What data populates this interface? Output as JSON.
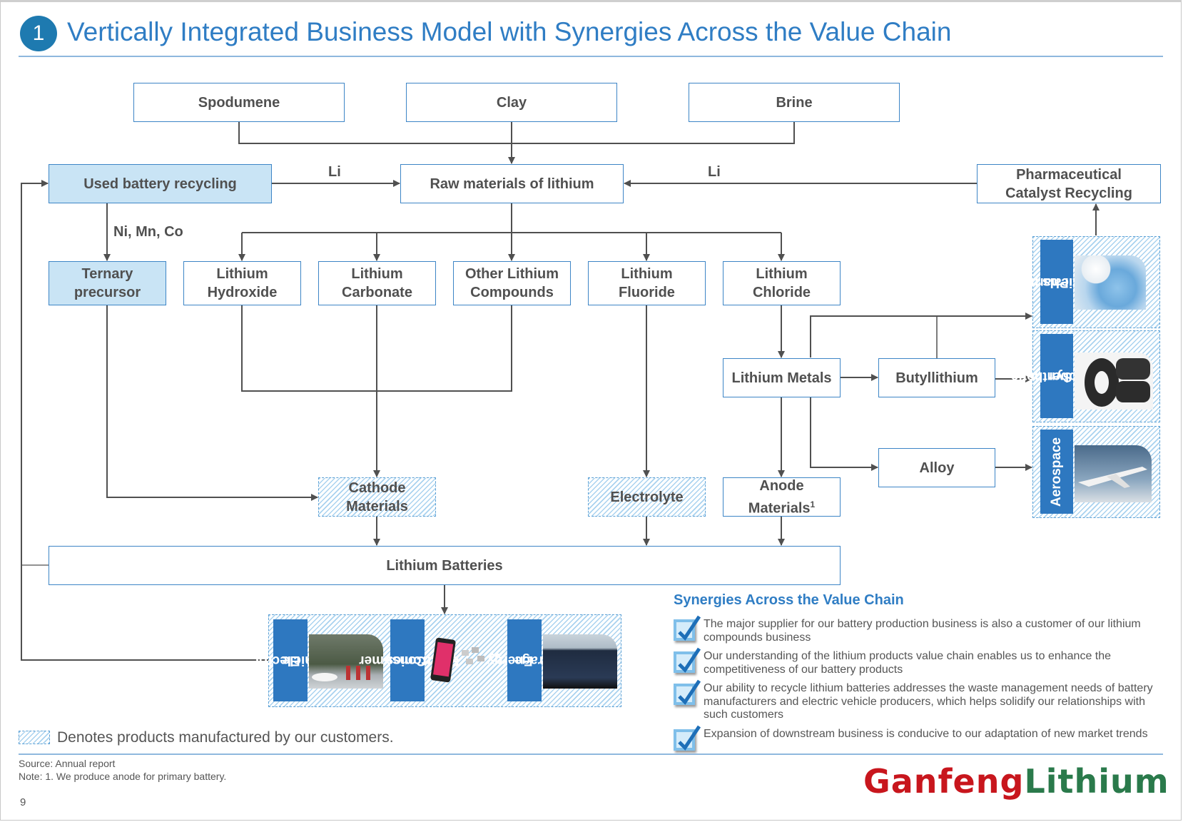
{
  "header": {
    "badge_number": "1",
    "title": "Vertically Integrated Business Model with Synergies Across the Value Chain"
  },
  "colors": {
    "title_blue": "#2f7dc4",
    "box_border": "#3d85c6",
    "recycling_fill": "#c9e4f5",
    "tab_blue": "#2e78c0",
    "connector": "#505050",
    "logo_red": "#c8161d",
    "logo_green": "#2a7a4b"
  },
  "diagram": {
    "sources": [
      "Spodumene",
      "Clay",
      "Brine"
    ],
    "used_battery_recycling": "Used battery recycling",
    "raw_materials": "Raw materials of lithium",
    "pharma_catalyst_recycling": [
      "Pharmaceutical",
      "Catalyst Recycling"
    ],
    "li_label_left": "Li",
    "li_label_right": "Li",
    "ni_mn_co_label": "Ni, Mn, Co",
    "compounds": {
      "ternary": [
        "Ternary",
        "precursor"
      ],
      "hydroxide": [
        "Lithium",
        "Hydroxide"
      ],
      "carbonate": [
        "Lithium",
        "Carbonate"
      ],
      "other": [
        "Other Lithium",
        "Compounds"
      ],
      "fluoride": [
        "Lithium",
        "Fluoride"
      ],
      "chloride": [
        "Lithium",
        "Chloride"
      ]
    },
    "lithium_metals": "Lithium Metals",
    "butyllithium": "Butyllithium",
    "alloy": "Alloy",
    "cathode": [
      "Cathode",
      "Materials"
    ],
    "electrolyte": "Electrolyte",
    "anode": [
      "Anode",
      "Materials",
      "1"
    ],
    "lithium_batteries": "Lithium Batteries",
    "end_markets_right": [
      {
        "label": "Pharma-\nceuticals",
        "line1": "Pharma-",
        "line2": "ceuticals",
        "image": "pills-image"
      },
      {
        "label": "Synthetic Rubber",
        "line1": "Synthetic",
        "line2": "Rubber",
        "image": "tires-image"
      },
      {
        "label": "Aerospace",
        "line1": "Aerospace",
        "line2": "",
        "image": "airplane-image"
      }
    ],
    "end_markets_bottom": [
      {
        "line1": "Electric",
        "line2": "Vehicle",
        "image": "ev-charging-image"
      },
      {
        "line1": "Consumer",
        "line2": "Electronics",
        "image": "smartphone-image"
      },
      {
        "line1": "Energy",
        "line2": "Storage",
        "image": "solar-panels-image"
      }
    ]
  },
  "synergies": {
    "title": "Synergies Across the Value Chain",
    "items": [
      "The major supplier for our battery production business is also a customer of our lithium compounds business",
      "Our understanding of the lithium products value chain enables us to enhance the competitiveness of our battery products",
      "Our ability to recycle lithium batteries addresses the waste management needs of battery manufacturers and electric vehicle producers, which helps solidify our relationships with such customers",
      "Expansion of downstream business is conducive to our adaptation of new market trends"
    ]
  },
  "legend": {
    "text": "Denotes products manufactured by our customers."
  },
  "footer": {
    "source": "Source: Annual report",
    "note": "Note: 1. We produce anode for primary battery.",
    "page_number": "9",
    "logo_part1": "Ganfeng",
    "logo_part2": "Lithium"
  }
}
